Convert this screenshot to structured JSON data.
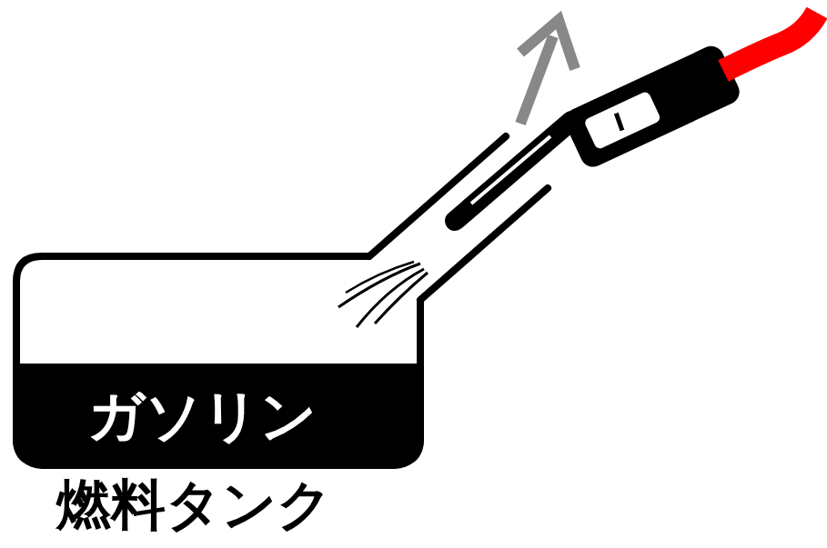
{
  "diagram": {
    "nodes": [
      {
        "text": [
          "燃料タンク"
        ]
      },
      {
        "text": [
          "ガソリン"
        ],
        "in": 0
      }
    ]
  }
}
